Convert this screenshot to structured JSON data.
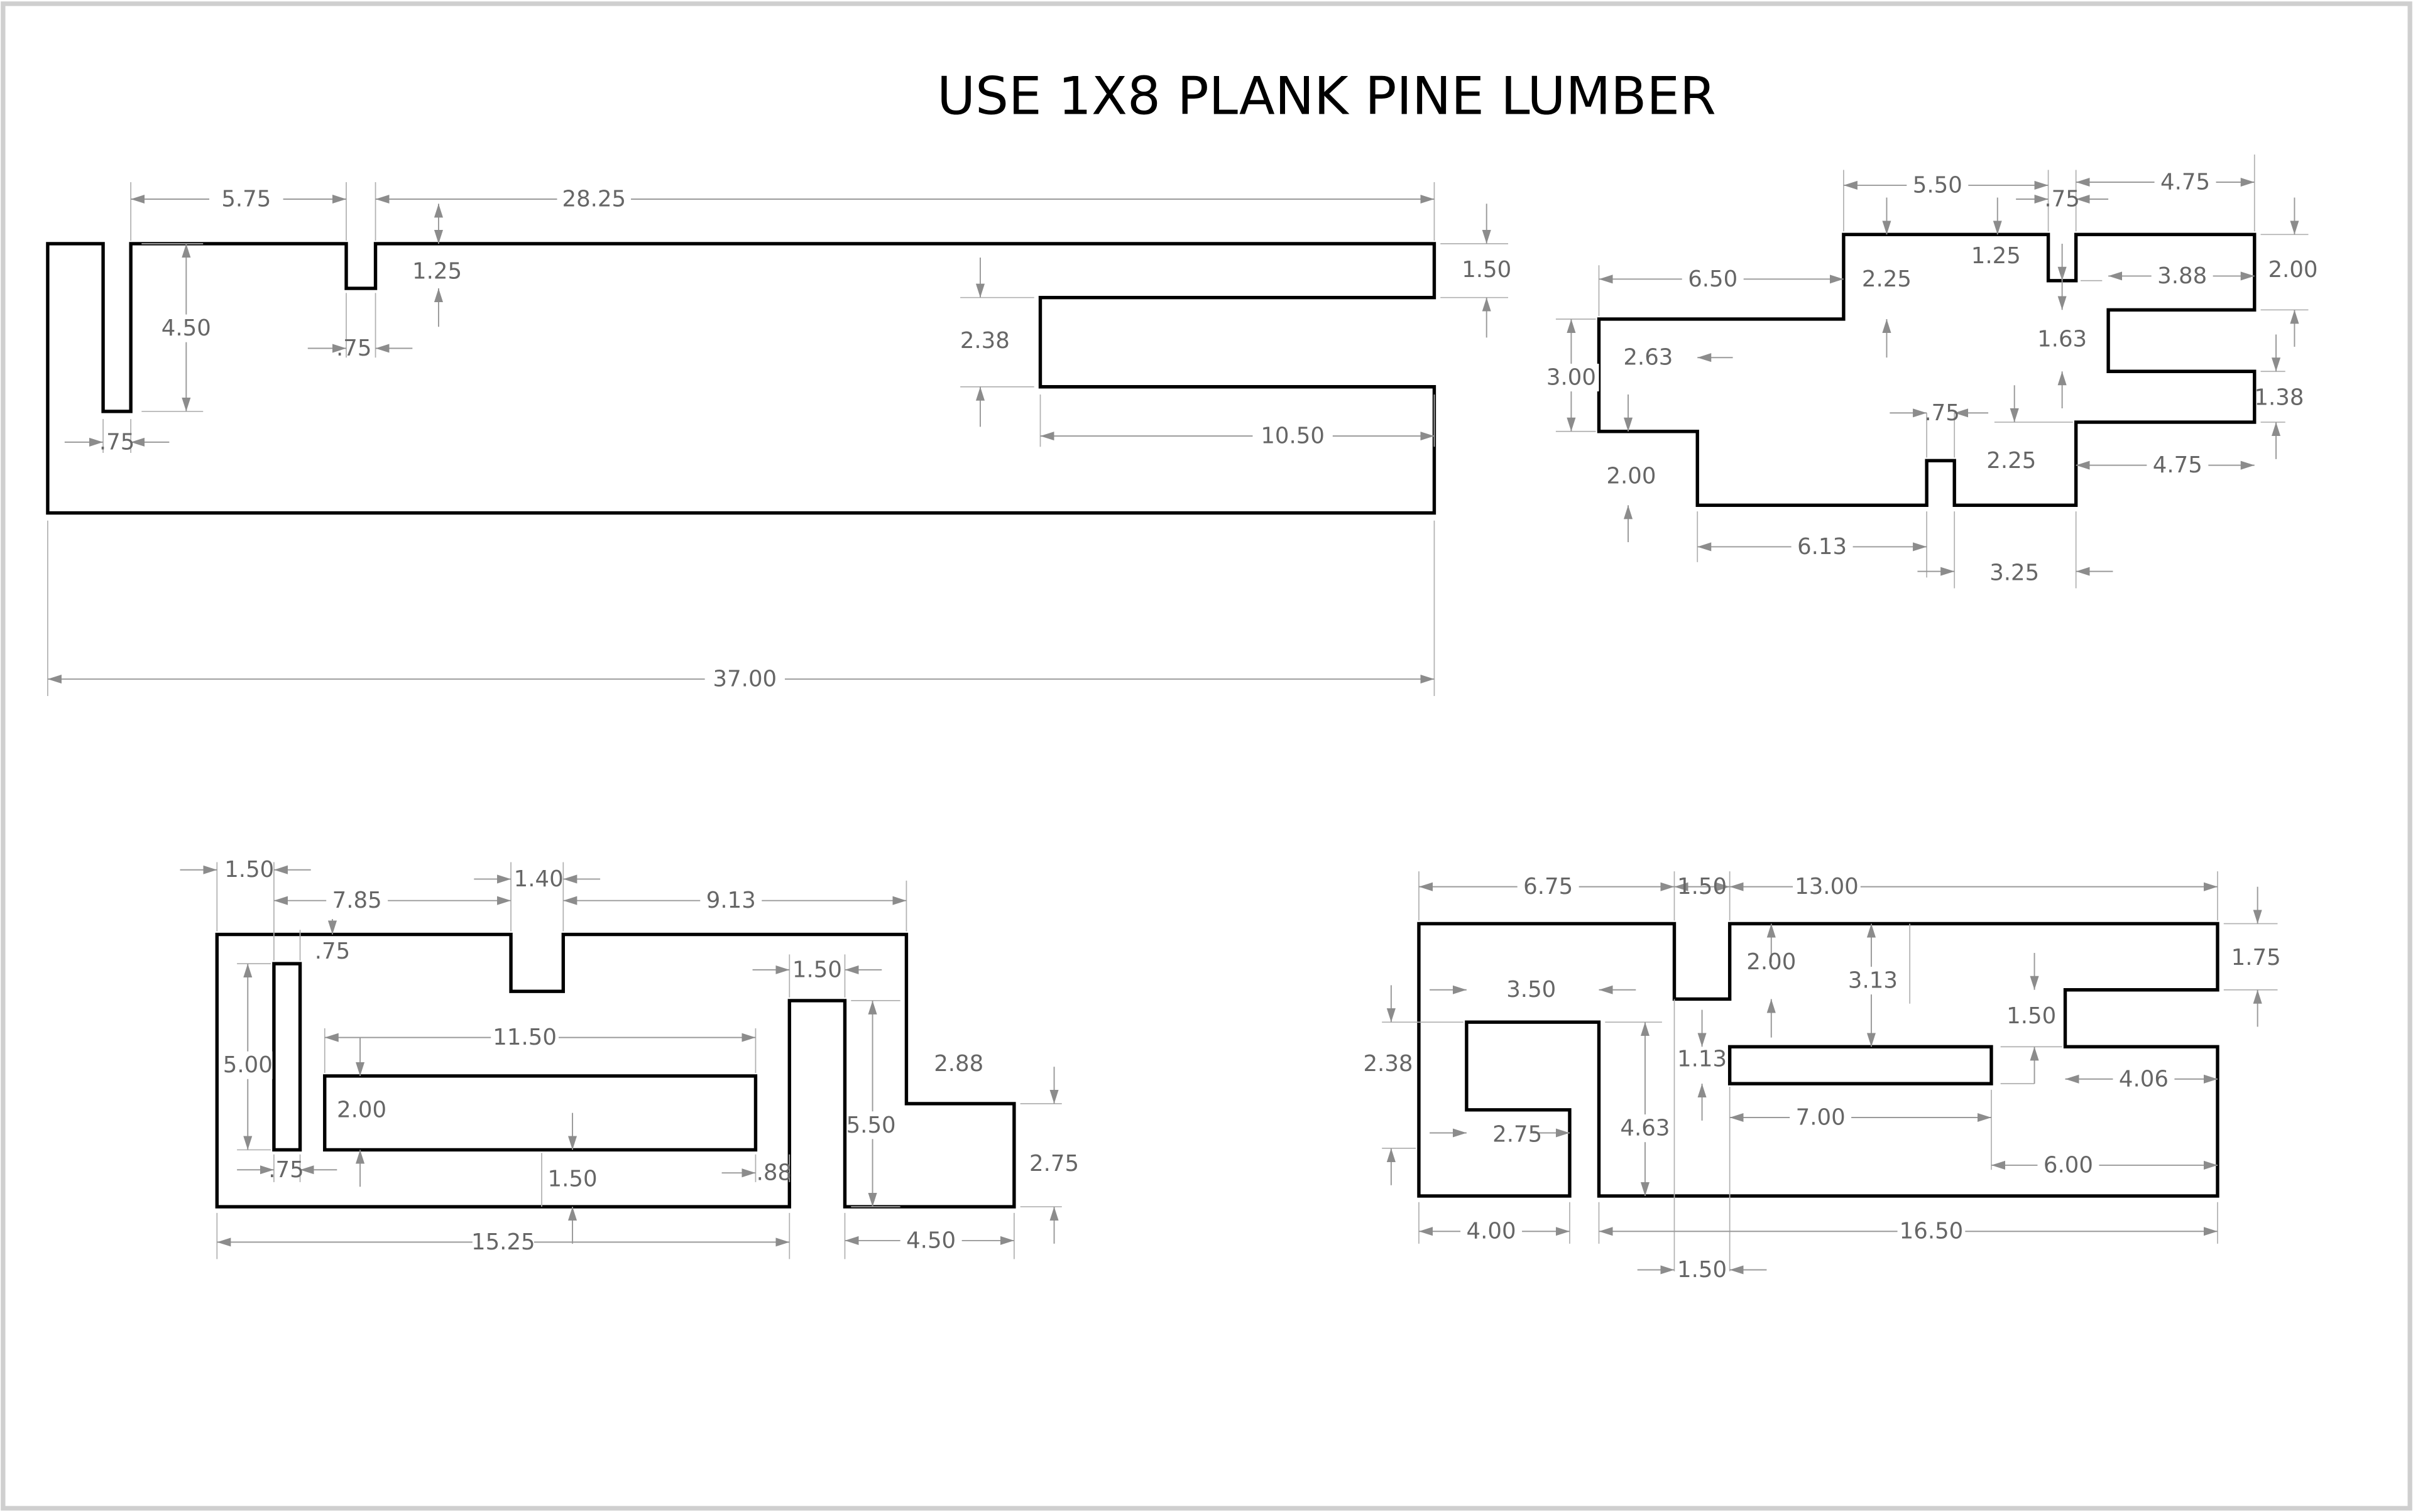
{
  "title": "USE 1X8 PLANK PINE LUMBER",
  "part_1": {
    "dims": {
      "slot_offset": "5.75",
      "top_run": "28.25",
      "slot_depth": "4.50",
      "slot_width": ".75",
      "notch_depth": "1.25",
      "notch_width": ".75",
      "end_step": "1.50",
      "cutout_height": "2.38",
      "cutout_length": "10.50",
      "overall_length": "37.00"
    }
  },
  "part_2": {
    "dims": {
      "upper_run": "5.50",
      "notch_width_top": ".75",
      "right_top_run": "4.75",
      "left_top_run": "6.50",
      "center_rise": "2.25",
      "notch_depth_top": "1.25",
      "right_width_top": "3.88",
      "right_top_height": "2.00",
      "inner_height_left": "2.63",
      "left_height": "3.00",
      "right_mid_height": "1.63",
      "notch_width_bottom": ".75",
      "right_low_height": "1.38",
      "bottom_left_height": "2.00",
      "bottom_center_rise": "2.25",
      "right_bottom_run": "4.75",
      "bottom_run": "6.13",
      "bottom_right_run": "3.25"
    }
  },
  "part_3": {
    "dims": {
      "left_offset": "1.50",
      "notch_width": "1.40",
      "notch_offset": "7.85",
      "right_run": "9.13",
      "slot_offset_top": ".75",
      "post_width": "1.50",
      "slot_length": "11.50",
      "slot_height": "5.00",
      "step_height": "2.88",
      "inner_slot_height": "2.00",
      "post_height": "5.50",
      "right_height": "2.75",
      "slot_width": ".75",
      "bottom_gap": "1.50",
      "gap_width": ".88",
      "overall_length": "15.25",
      "right_length": "4.50"
    }
  },
  "part_4": {
    "dims": {
      "left_run": "6.75",
      "notch_width": "1.50",
      "right_run": "13.00",
      "notch_depth": "2.00",
      "slot_rise": "3.13",
      "right_top_height": "1.75",
      "hook_run": "3.50",
      "step_height": "1.50",
      "left_height": "2.38",
      "slot_height": "1.13",
      "hook_inner_height": "4.63",
      "right_step_run": "4.06",
      "slot_length": "7.00",
      "hook_depth": "2.75",
      "right_bottom_run": "6.00",
      "hook_width": "4.00",
      "overall_length": "16.50",
      "gap_width": "1.50"
    }
  }
}
